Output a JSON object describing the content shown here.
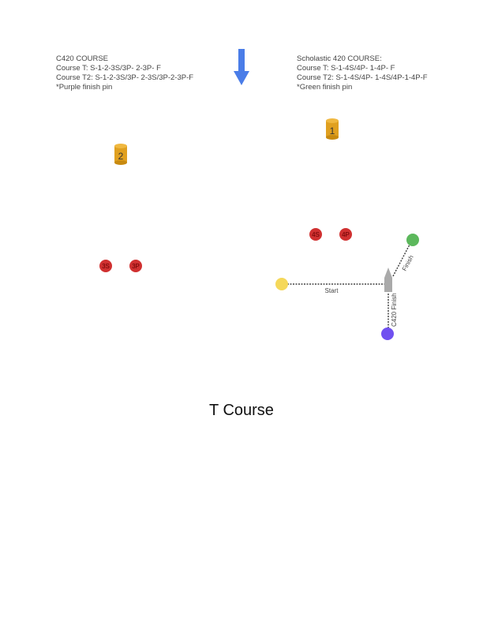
{
  "left_course": {
    "heading": "C420 COURSE",
    "course_t": "Course T: S-1-2-3S/3P- 2-3P- F",
    "course_t2": "Course T2: S-1-2-3S/3P- 2-3S/3P-2-3P-F",
    "note": "*Purple finish pin"
  },
  "right_course": {
    "heading": "Scholastic 420 COURSE:",
    "course_t": "Course T: S-1-4S/4P- 1-4P- F",
    "course_t2": "Course T2: S-1-4S/4P- 1-4S/4P-1-4P-F",
    "note": "*Green finish pin"
  },
  "marks": {
    "mark1": "1",
    "mark2": "2",
    "m3s": "3S",
    "m3p": "3P",
    "m4s": "4S",
    "m4p": "4P"
  },
  "lines": {
    "start": "Start",
    "finish": "Finish",
    "c420_finish": "C420 Finish"
  },
  "title": "T Course",
  "colors": {
    "wind_arrow": "#4a7de8",
    "mark_orange": "#e0a020",
    "mark_red": "#d03030",
    "pin_yellow": "#f5d85a",
    "pin_green": "#5cb85c",
    "pin_purple": "#7050f0",
    "boat": "#aaaaaa"
  }
}
